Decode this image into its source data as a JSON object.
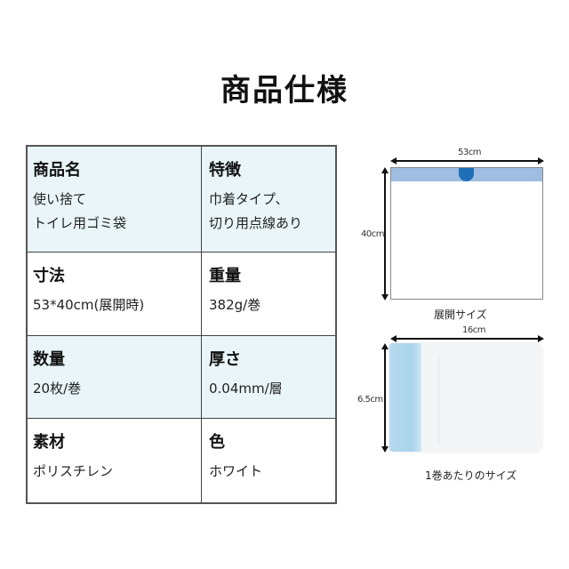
{
  "page": {
    "title": "商品仕様"
  },
  "spec_table": {
    "rows": [
      {
        "shaded": true,
        "left": {
          "label": "商品名",
          "values": [
            "使い捨て",
            "トイレ用ゴミ袋"
          ]
        },
        "right": {
          "label": "特徴",
          "values": [
            "巾着タイプ、",
            "切り用点線あり"
          ]
        }
      },
      {
        "shaded": false,
        "left": {
          "label": "寸法",
          "values": [
            "53*40cm(展開時)"
          ]
        },
        "right": {
          "label": "重量",
          "values": [
            "382g/巻"
          ]
        }
      },
      {
        "shaded": true,
        "left": {
          "label": "数量",
          "values": [
            "20枚/巻"
          ]
        },
        "right": {
          "label": "厚さ",
          "values": [
            "0.04mm/層"
          ]
        }
      },
      {
        "shaded": false,
        "left": {
          "label": "素材",
          "values": [
            "ポリスチレン"
          ]
        },
        "right": {
          "label": "色",
          "values": [
            "ホワイト"
          ]
        }
      }
    ]
  },
  "diagrams": {
    "unfolded": {
      "width_label": "53cm",
      "height_label": "40cm",
      "caption": "展開サイズ"
    },
    "roll": {
      "width_label": "16cm",
      "height_label": "6.5cm",
      "caption": "1巻あたりのサイズ"
    }
  },
  "colors": {
    "row_shade": "#e9f5f8",
    "band_blue": "#9ebde0",
    "notch_blue": "#1e6fb8",
    "roll_band": "#a9d3ec"
  }
}
